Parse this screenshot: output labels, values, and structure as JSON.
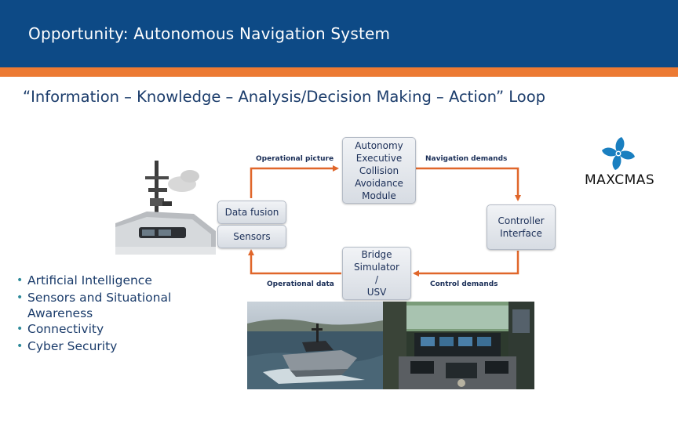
{
  "header": {
    "title": "Opportunity: Autonomous Navigation System"
  },
  "subtitle": "“Information – Knowledge – Analysis/Decision Making – Action” Loop",
  "diagram": {
    "nodes": {
      "autonomy": [
        "Autonomy",
        "Executive",
        "Collision",
        "Avoidance",
        "Module"
      ],
      "data_fusion": "Data fusion",
      "sensors": "Sensors",
      "controller": [
        "Controller",
        "Interface"
      ],
      "bridge": [
        "Bridge",
        "Simulator",
        "/",
        "USV"
      ]
    },
    "edges": {
      "operational_picture": "Operational picture",
      "navigation_demands": "Navigation demands",
      "operational_data": "Operational data",
      "control_demands": "Control demands"
    }
  },
  "bullets": [
    {
      "line1": "Artificial Intelligence"
    },
    {
      "line1": "Sensors and Situational",
      "line2": "Awareness"
    },
    {
      "line1": "Connectivity"
    },
    {
      "line1": "Cyber Security"
    }
  ],
  "logo": {
    "text": "MAXCMAS",
    "color": "#1a7fc0"
  },
  "colors": {
    "header": "#0d4a86",
    "accent": "#ec7a33",
    "arrow": "#e0662a"
  }
}
